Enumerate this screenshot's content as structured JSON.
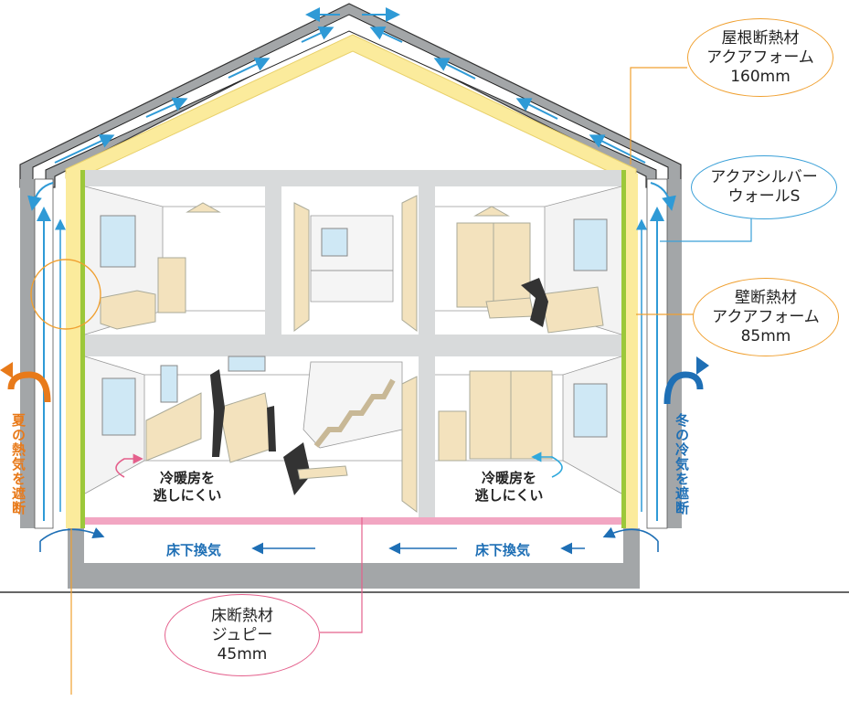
{
  "callouts": {
    "roof": [
      "屋根断熱材",
      "アクアフォーム",
      "160mm"
    ],
    "silver": [
      "アクアシルバー",
      "ウォールS"
    ],
    "wall": [
      "壁断熱材",
      "アクアフォーム",
      "85mm"
    ],
    "floor": [
      "床断熱材",
      "ジュピー",
      "45mm"
    ]
  },
  "side_labels": {
    "summer": "夏の熱気を遮断",
    "winter": "冬の冷気を遮断"
  },
  "room_notes": {
    "left": [
      "冷暖房を",
      "逃しにくい"
    ],
    "right": [
      "冷暖房を",
      "逃しにくい"
    ]
  },
  "underfloor": {
    "left": "床下換気",
    "right": "床下換気"
  },
  "colors": {
    "roof_insulation": "#fbeb9c",
    "wall_insulation": "#9cc83a",
    "floor_insulation": "#f2a6c2",
    "airflow": "#2f9ad6",
    "summer": "#e87a1a",
    "winter": "#1e6fb5",
    "structure": "#a3a6a8",
    "wall_interior": "#d8dadb"
  }
}
